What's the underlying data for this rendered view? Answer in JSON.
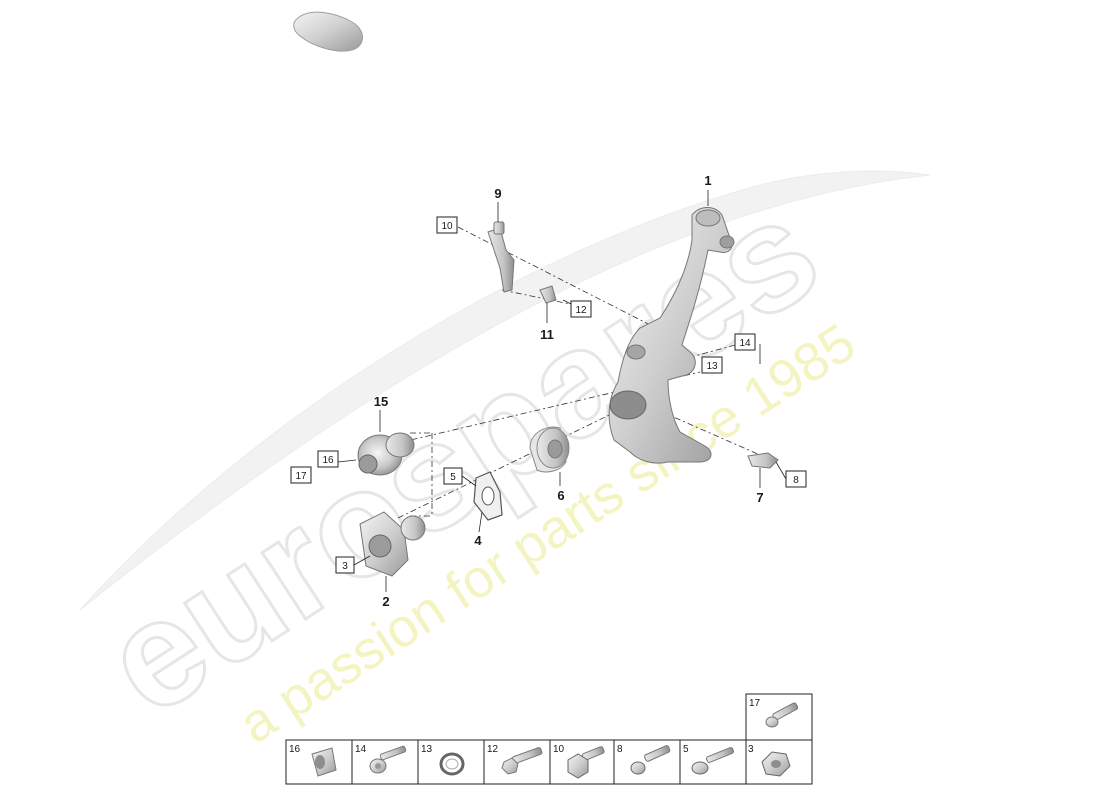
{
  "watermark": {
    "brand": "eurospares",
    "tagline": "a passion for parts since 1985"
  },
  "callouts": [
    {
      "id": "c1",
      "label": "1"
    },
    {
      "id": "c2",
      "label": "2"
    },
    {
      "id": "c4",
      "label": "4"
    },
    {
      "id": "c6",
      "label": "6"
    },
    {
      "id": "c7",
      "label": "7"
    },
    {
      "id": "c9",
      "label": "9"
    },
    {
      "id": "c11",
      "label": "11"
    },
    {
      "id": "c15",
      "label": "15"
    }
  ],
  "boxed_refs": [
    {
      "id": "b3",
      "label": "3"
    },
    {
      "id": "b5",
      "label": "5"
    },
    {
      "id": "b8",
      "label": "8"
    },
    {
      "id": "b10",
      "label": "10"
    },
    {
      "id": "b12",
      "label": "12"
    },
    {
      "id": "b13",
      "label": "13"
    },
    {
      "id": "b14",
      "label": "14"
    },
    {
      "id": "b16",
      "label": "16"
    },
    {
      "id": "b17",
      "label": "17"
    }
  ],
  "legend": {
    "top_cell": {
      "label": "17",
      "icon": "bolt"
    },
    "cells": [
      {
        "label": "16",
        "icon": "bushing"
      },
      {
        "label": "14",
        "icon": "bolt-washer"
      },
      {
        "label": "13",
        "icon": "ring"
      },
      {
        "label": "12",
        "icon": "bolt"
      },
      {
        "label": "10",
        "icon": "hex-bolt"
      },
      {
        "label": "8",
        "icon": "bolt"
      },
      {
        "label": "5",
        "icon": "flange-bolt"
      },
      {
        "label": "3",
        "icon": "nut"
      }
    ]
  }
}
